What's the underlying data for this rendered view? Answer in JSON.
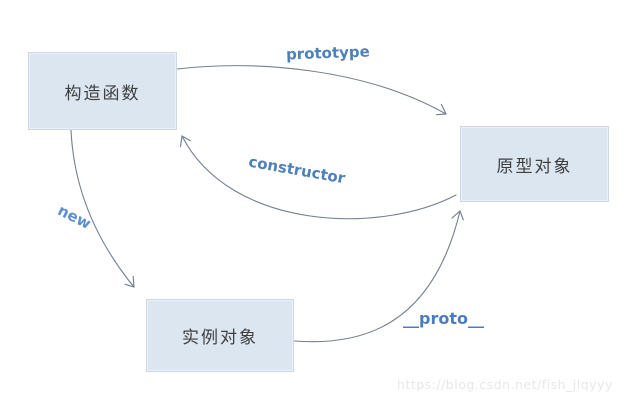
{
  "diagram": {
    "description": "JavaScript constructor / prototype / instance relationship diagram",
    "nodes": [
      {
        "id": "constructor-function",
        "label": "构造函数"
      },
      {
        "id": "prototype-object",
        "label": "原型对象"
      },
      {
        "id": "instance-object",
        "label": "实例对象"
      }
    ],
    "edges": [
      {
        "label": "prototype",
        "from": "constructor-function",
        "to": "prototype-object"
      },
      {
        "label": "constructor",
        "from": "prototype-object",
        "to": "constructor-function"
      },
      {
        "label": "new",
        "from": "constructor-function",
        "to": "instance-object"
      },
      {
        "label": "__proto__",
        "from": "instance-object",
        "to": "prototype-object"
      }
    ],
    "colors": {
      "node_fill": "#dce6f1",
      "node_border": "#cdd9e8",
      "node_text": "#3f3f3f",
      "edge_line": "#73808f",
      "edge_label_blue": "#4e81ba",
      "edge_label_new": "#5b8fce",
      "background": "#ffffff",
      "watermark_text": "#e7e7e9"
    },
    "watermark": "https://blog.csdn.net/fish_jlqyyy"
  }
}
